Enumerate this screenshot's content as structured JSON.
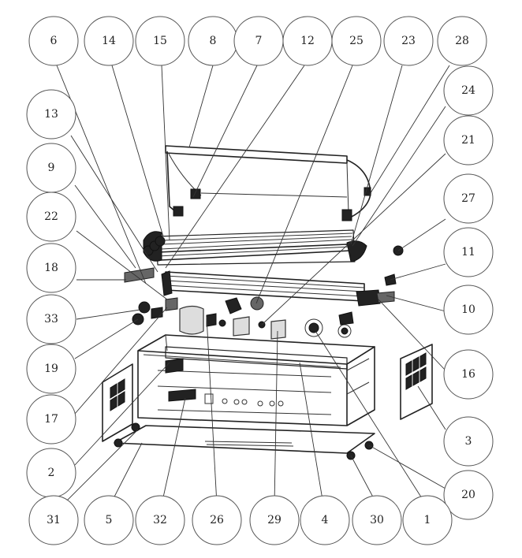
{
  "callouts": [
    {
      "label": "6"
    },
    {
      "label": "14"
    },
    {
      "label": "15"
    },
    {
      "label": "8"
    },
    {
      "label": "7"
    },
    {
      "label": "12"
    },
    {
      "label": "25"
    },
    {
      "label": "23"
    },
    {
      "label": "28"
    },
    {
      "label": "13"
    },
    {
      "label": "24"
    },
    {
      "label": "9"
    },
    {
      "label": "21"
    },
    {
      "label": "22"
    },
    {
      "label": "27"
    },
    {
      "label": "11"
    },
    {
      "label": "18"
    },
    {
      "label": "33"
    },
    {
      "label": "10"
    },
    {
      "label": "19"
    },
    {
      "label": "16"
    },
    {
      "label": "17"
    },
    {
      "label": "3"
    },
    {
      "label": "2"
    },
    {
      "label": "20"
    },
    {
      "label": "31"
    },
    {
      "label": "5"
    },
    {
      "label": "32"
    },
    {
      "label": "26"
    },
    {
      "label": "29"
    },
    {
      "label": "4"
    },
    {
      "label": "30"
    },
    {
      "label": "1"
    }
  ],
  "colors": {
    "line": "#222222",
    "circle_stroke": "#555555",
    "background": "#ffffff"
  }
}
